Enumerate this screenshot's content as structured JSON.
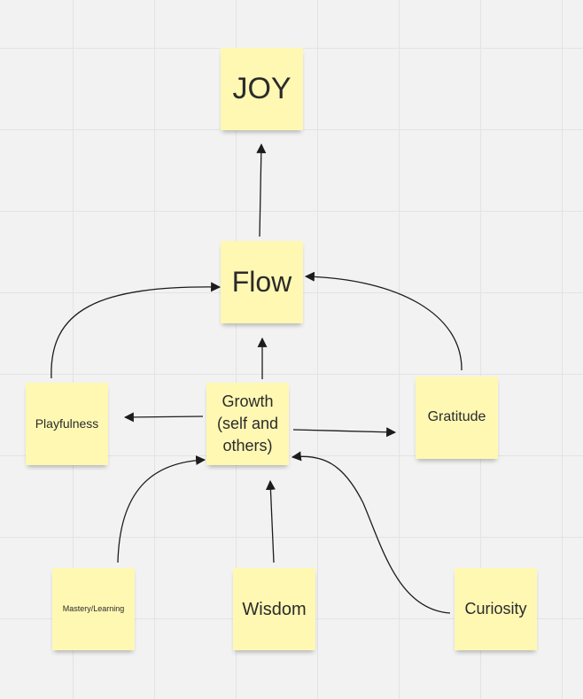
{
  "notes": {
    "joy": "JOY",
    "flow": "Flow",
    "growth": "Growth (self and others)",
    "playfulness": "Playfulness",
    "gratitude": "Gratitude",
    "mastery": "Mastery/Learning",
    "wisdom": "Wisdom",
    "curiosity": "Curiosity"
  },
  "colors": {
    "note": "#fff8b3",
    "connector": "#1c1c1c",
    "canvas": "#f2f2f2",
    "grid": "#e3e3e3"
  },
  "connections": [
    {
      "from": "Flow",
      "to": "JOY"
    },
    {
      "from": "Growth (self and others)",
      "to": "Flow"
    },
    {
      "from": "Playfulness",
      "to": "Flow"
    },
    {
      "from": "Gratitude",
      "to": "Flow"
    },
    {
      "from": "Growth (self and others)",
      "to": "Playfulness"
    },
    {
      "from": "Growth (self and others)",
      "to": "Gratitude"
    },
    {
      "from": "Mastery/Learning",
      "to": "Growth (self and others)"
    },
    {
      "from": "Wisdom",
      "to": "Growth (self and others)"
    },
    {
      "from": "Curiosity",
      "to": "Growth (self and others)"
    }
  ]
}
